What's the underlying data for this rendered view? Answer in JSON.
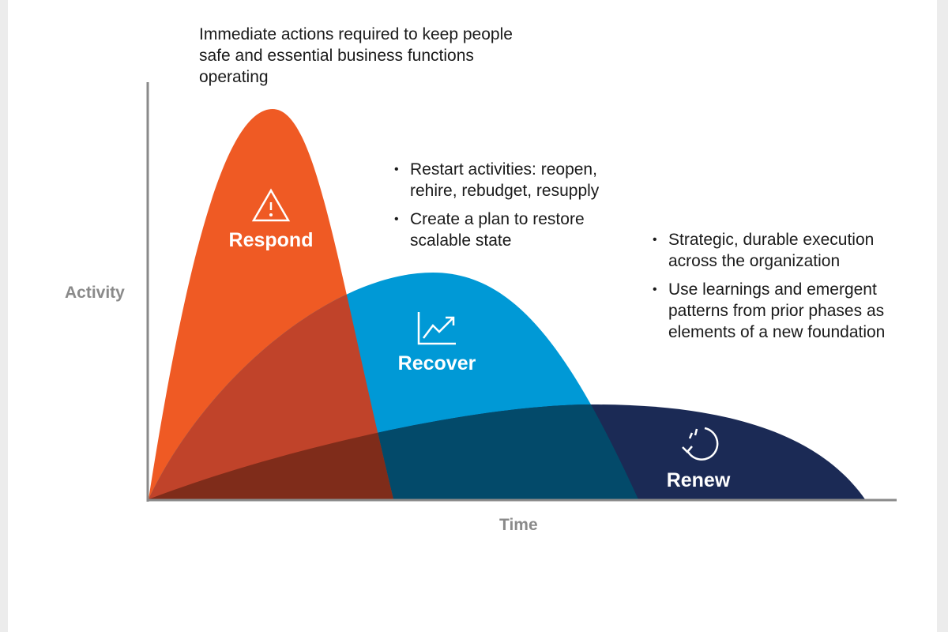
{
  "respond": {
    "label": "Respond",
    "icon": "warning-triangle-icon",
    "note": "Immediate actions required to keep people safe and essential business functions operating",
    "color": "#ef5a24"
  },
  "recover": {
    "label": "Recover",
    "icon": "trend-up-chart-icon",
    "bullets": [
      "Restart activities: reopen, rehire, rebudget, resupply",
      "Create a plan to restore scalable state"
    ],
    "color": "#0099d6"
  },
  "renew": {
    "label": "Renew",
    "icon": "refresh-cycle-icon",
    "bullets": [
      "Strategic, durable execution across the organization",
      "Use learnings and emergent patterns from prior phases as elements of a new foundation"
    ],
    "color": "#1b2a55"
  },
  "axes": {
    "y_label": "Activity",
    "x_label": "Time"
  }
}
